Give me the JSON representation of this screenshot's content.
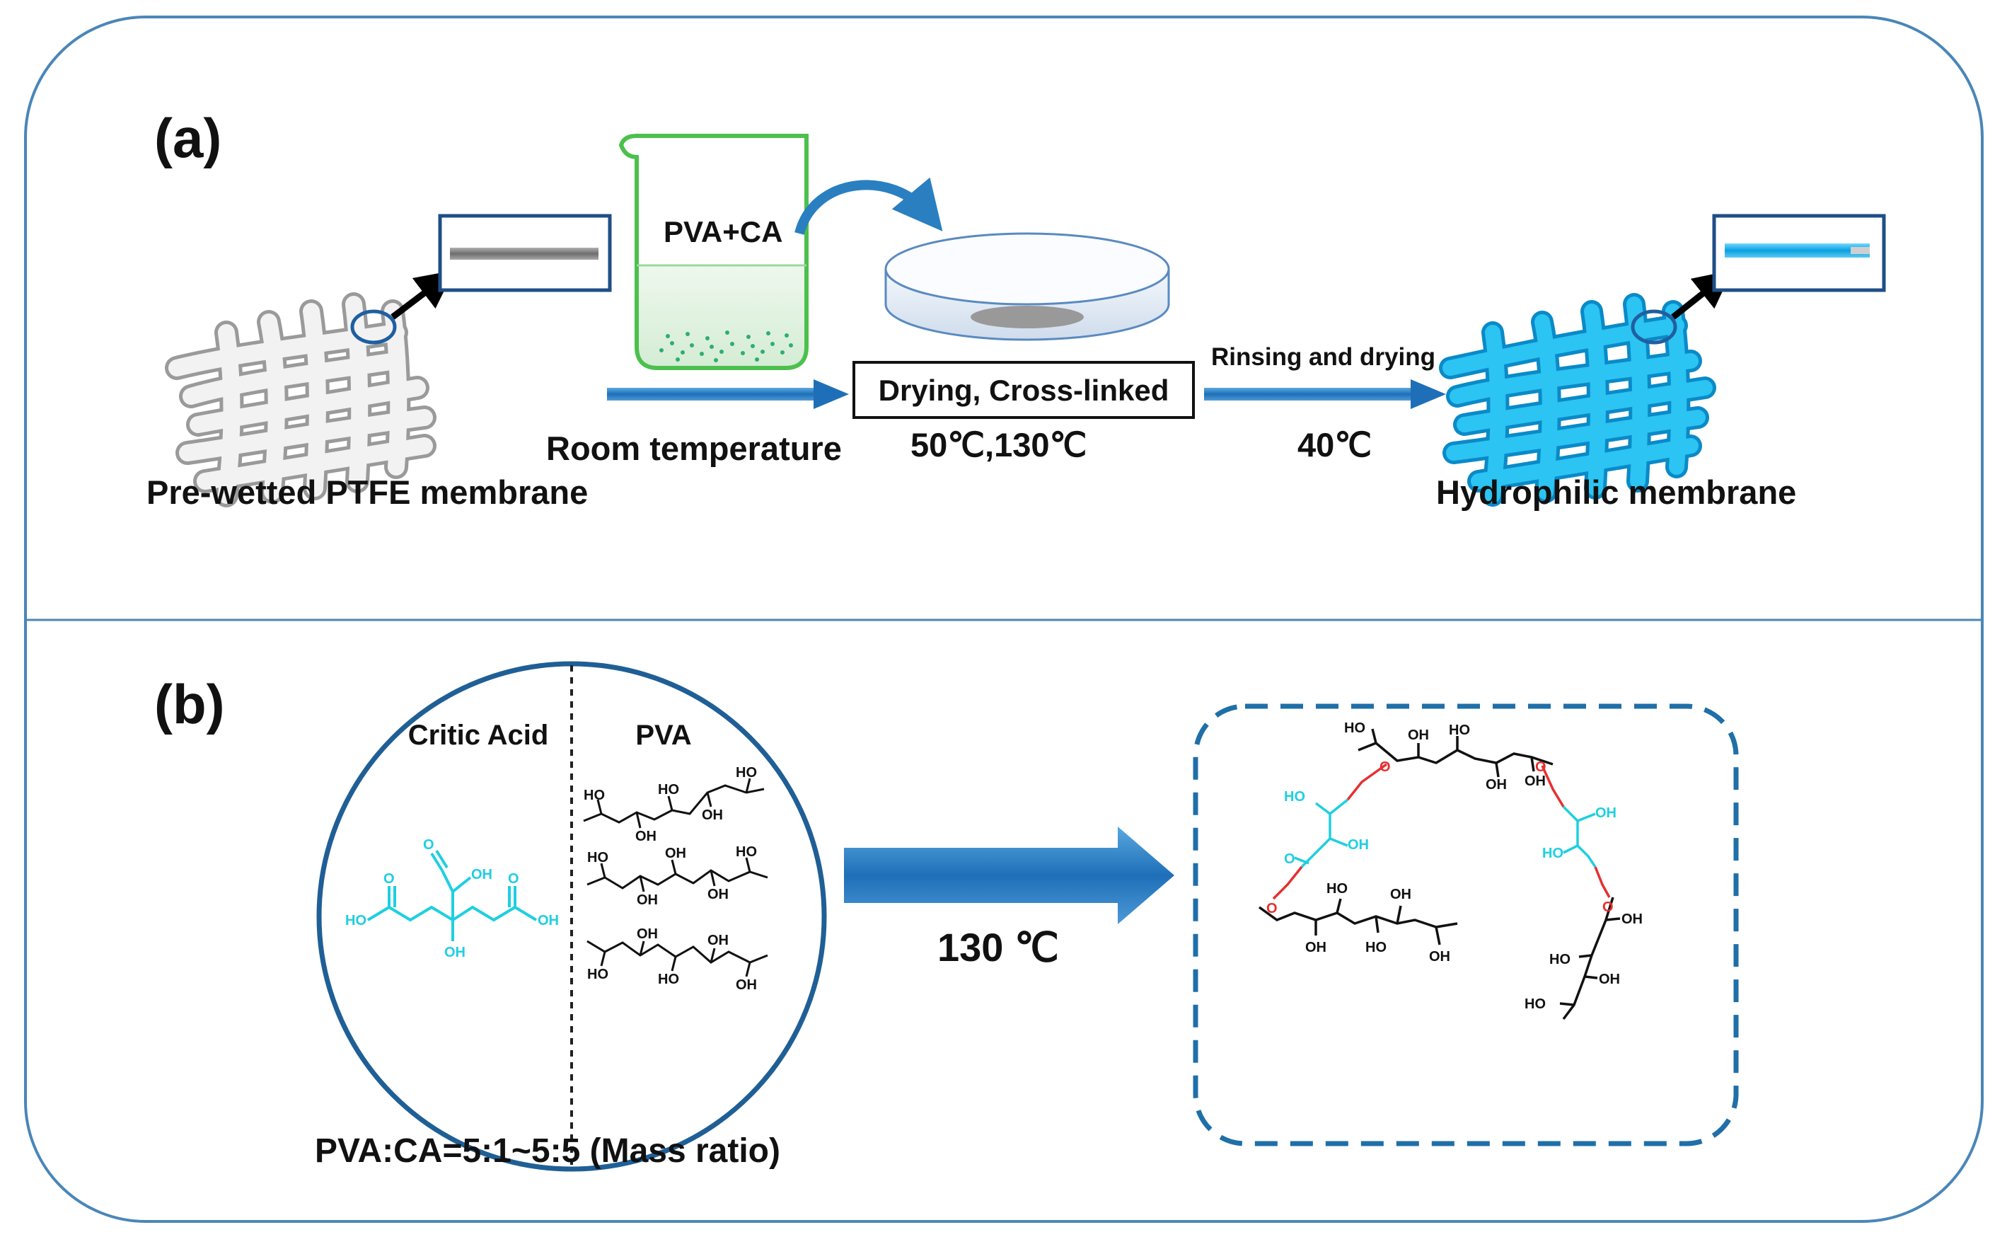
{
  "panel_a": {
    "label": "(a)",
    "beaker_label": "PVA+CA",
    "box_label": "Drying, Cross-linked",
    "arrow_top_label": "Rinsing and drying",
    "room_temp": "Room temperature",
    "temps_1": "50℃,130℃",
    "temps_2": "40℃",
    "left_caption": "Pre-wetted PTFE membrane",
    "right_caption": "Hydrophilic membrane"
  },
  "panel_b": {
    "label": "(b)",
    "critic_acid": "Critic Acid",
    "pva": "PVA",
    "condition": "130 ℃",
    "ratio": "PVA:CA=5:1~5:5 (Mass ratio)",
    "oh": "OH",
    "ho": "HO",
    "o": "O"
  },
  "colors": {
    "frame": "#4a86b8",
    "arrow": "#2a80c4",
    "beaker": "#5cc85c",
    "membrane": "#1ab8e8",
    "citric": "#1ecfe0",
    "ester": "#e53030",
    "dashed": "#1f6fa8"
  }
}
